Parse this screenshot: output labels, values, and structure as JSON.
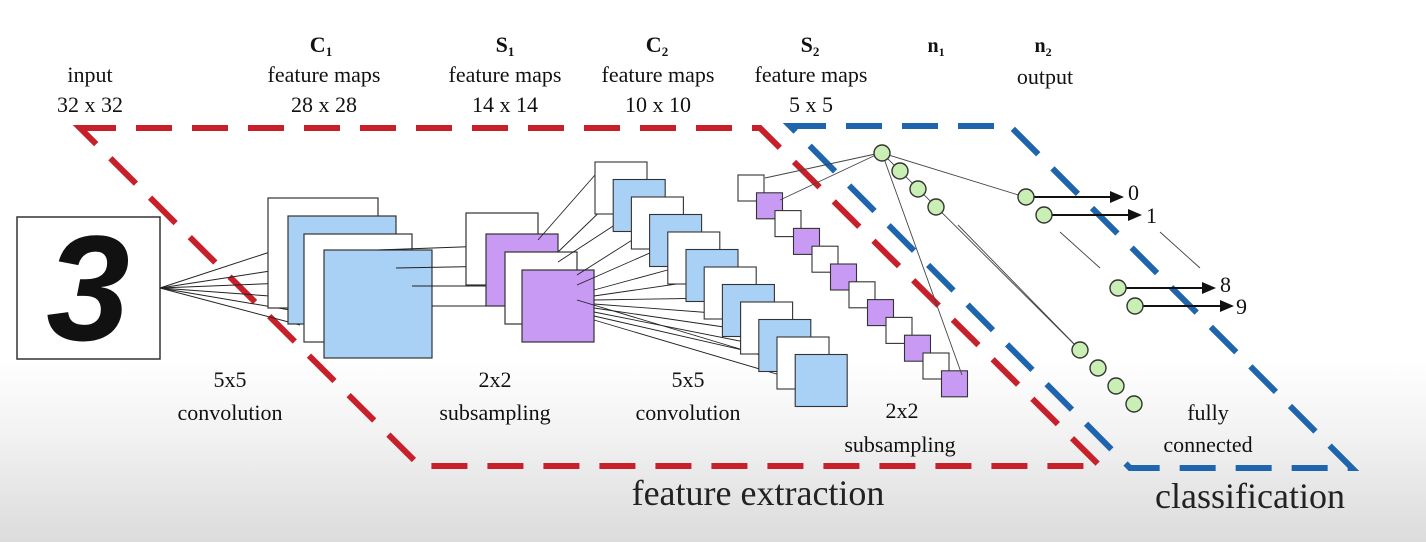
{
  "colors": {
    "feature_box": "#c8202a",
    "classifier_box": "#1f65ad",
    "conv_map": "#a9d0f5",
    "pool_map": "#c89af3",
    "neuron": "#c9efb4"
  },
  "input": {
    "title": "input",
    "size": "32 x 32",
    "digit": "3"
  },
  "layers": [
    {
      "name": "C",
      "sub": "1",
      "desc": "feature maps",
      "size": "28 x 28"
    },
    {
      "name": "S",
      "sub": "1",
      "desc": "feature maps",
      "size": "14 x 14"
    },
    {
      "name": "C",
      "sub": "2",
      "desc": "feature maps",
      "size": "10 x 10"
    },
    {
      "name": "S",
      "sub": "2",
      "desc": "feature maps",
      "size": "5 x 5"
    },
    {
      "name": "n",
      "sub": "1",
      "desc": "",
      "size": ""
    },
    {
      "name": "n",
      "sub": "2",
      "desc": "output",
      "size": ""
    }
  ],
  "operations": [
    {
      "line1": "5x5",
      "line2": "convolution"
    },
    {
      "line1": "2x2",
      "line2": "subsampling"
    },
    {
      "line1": "5x5",
      "line2": "convolution"
    },
    {
      "line1": "2x2",
      "line2": "subsampling"
    },
    {
      "line1": "fully",
      "line2": "connected"
    }
  ],
  "outputs": [
    "0",
    "1",
    "8",
    "9"
  ],
  "sections": {
    "feature_extraction": "feature extraction",
    "classification": "classification"
  }
}
